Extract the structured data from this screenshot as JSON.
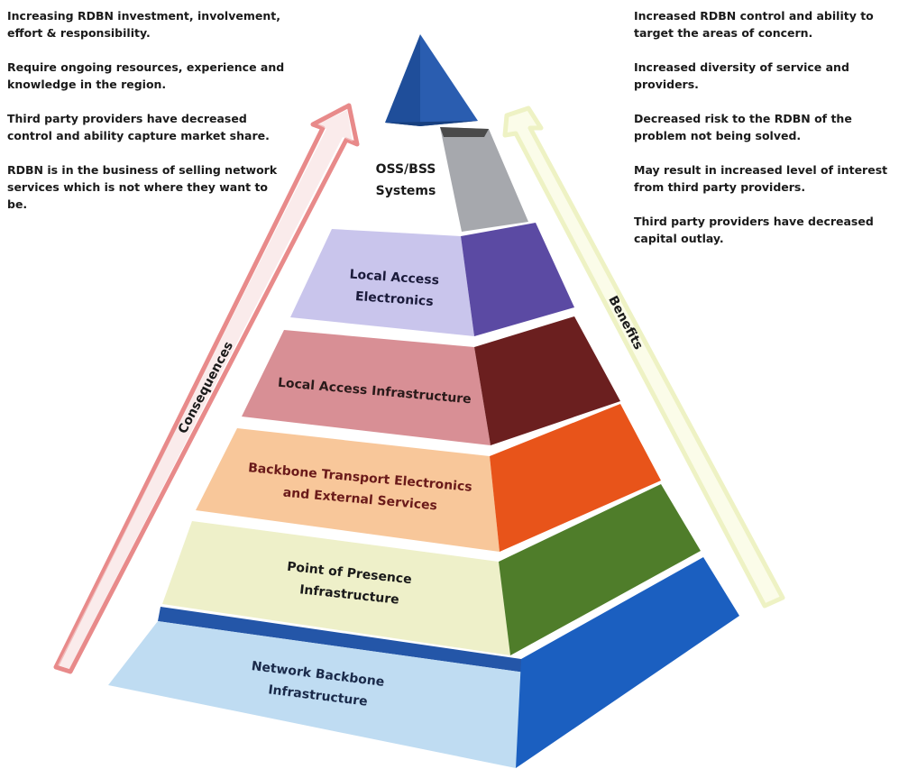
{
  "consequences": [
    "Increasing RDBN investment, involvement, effort & responsibility.",
    "Require ongoing resources, experience and knowledge in the region.",
    "Third party providers have decreased control and ability capture market share.",
    "RDBN is in the business of selling network services which is not where they want to be."
  ],
  "benefits": [
    "Increased RDBN control and ability to target the areas of concern.",
    "Increased diversity of service and providers.",
    "Decreased risk to the RDBN of the problem not being solved.",
    "May result in increased level of interest from third party providers.",
    "Third party providers have decreased capital outlay."
  ],
  "arrows": {
    "left_label": "Consequences",
    "right_label": "Benefits"
  },
  "levels": {
    "oss_bss": {
      "line1": "OSS/BSS",
      "line2": "Systems"
    },
    "local_access_electronics": {
      "line1": "Local Access",
      "line2": "Electronics"
    },
    "local_access_infrastructure": {
      "line1": "Local Access Infrastructure"
    },
    "backbone_transport": {
      "line1": "Backbone Transport Electronics",
      "line2": "and External Services"
    },
    "point_of_presence": {
      "line1": "Point of Presence",
      "line2": "Infrastructure"
    },
    "network_backbone": {
      "line1": "Network Backbone",
      "line2": "Infrastructure"
    }
  },
  "colors": {
    "apex": "#2a5db0",
    "oss_side": "#a6a8ad",
    "lae_front": "#c9c5ec",
    "lae_side": "#5b4aa3",
    "lai_front": "#d88f95",
    "lai_side": "#6b1f1f",
    "bte_front": "#f8c79a",
    "bte_side": "#e8541a",
    "pop_front": "#eef0c9",
    "pop_side": "#4f7d2a",
    "nbi_front": "#bfdcf2",
    "nbi_side": "#1b5fc0",
    "consequences_arrow": "#e88a8a",
    "benefits_arrow": "#eef2c4"
  }
}
